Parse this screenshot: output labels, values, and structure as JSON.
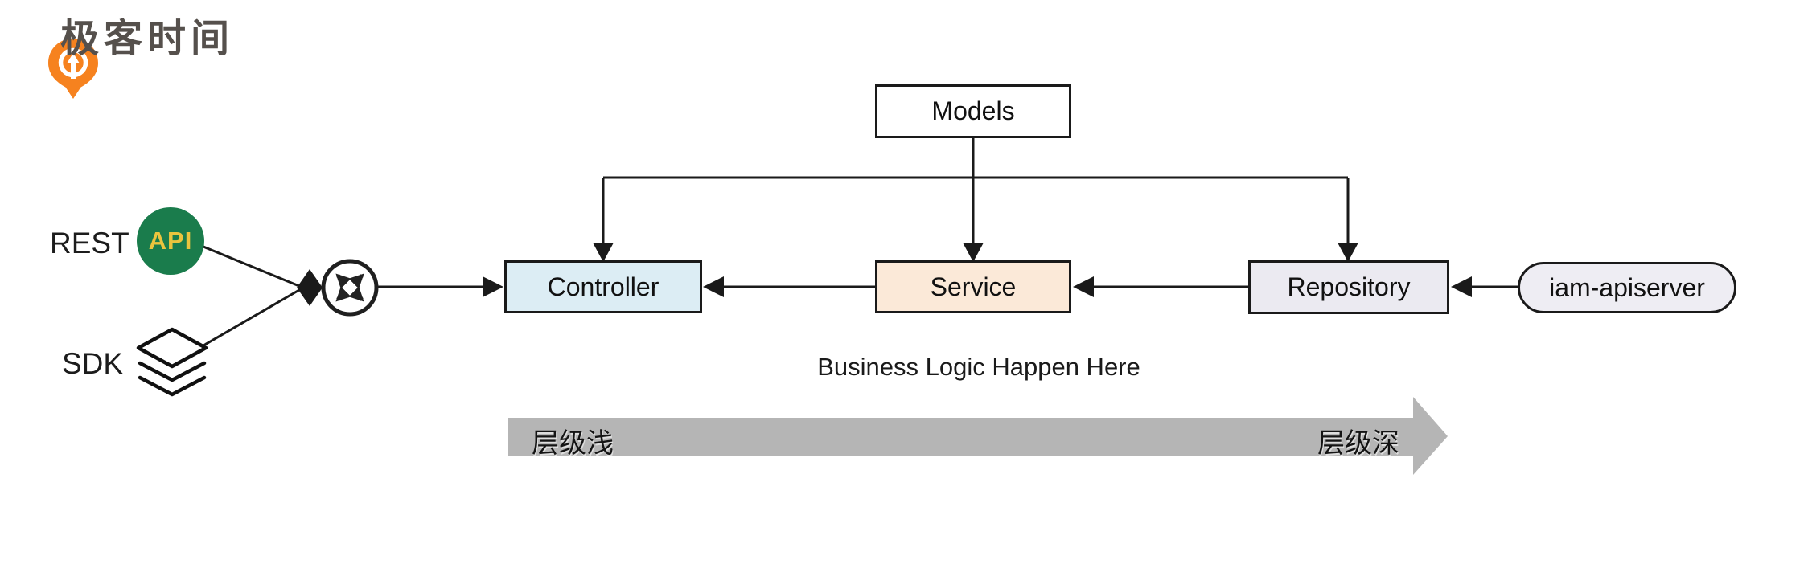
{
  "brand": {
    "name": "极客时间",
    "logo_icon": "geektime-pin-icon",
    "logo_color": "#f6821f",
    "text_color": "#55504c"
  },
  "clients": {
    "rest_label": "REST",
    "api_badge": {
      "text": "API",
      "bg": "#1a7c4c",
      "fg": "#eac43e"
    },
    "sdk_label": "SDK",
    "sdk_icon": "layers-icon"
  },
  "dispatcher": {
    "icon": "four-way-arrows-icon"
  },
  "nodes": {
    "models": {
      "label": "Models",
      "fill": "#ffffff"
    },
    "controller": {
      "label": "Controller",
      "fill": "#dcedf4"
    },
    "service": {
      "label": "Service",
      "fill": "#fbe9d8"
    },
    "repository": {
      "label": "Repository",
      "fill": "#ebeaf1"
    },
    "iam_apiserver": {
      "label": "iam-apiserver",
      "fill": "#eeedf3"
    }
  },
  "caption": "Business Logic Happen Here",
  "depth_axis": {
    "left_label": "层级浅",
    "right_label": "层级深",
    "arrow_fill": "#b5b5b5"
  },
  "edges": [
    "REST API → dispatcher",
    "SDK → dispatcher",
    "dispatcher → Controller",
    "Models → Controller",
    "Models → Service",
    "Models → Repository",
    "Service → Controller",
    "Repository → Service",
    "iam-apiserver → Repository"
  ]
}
